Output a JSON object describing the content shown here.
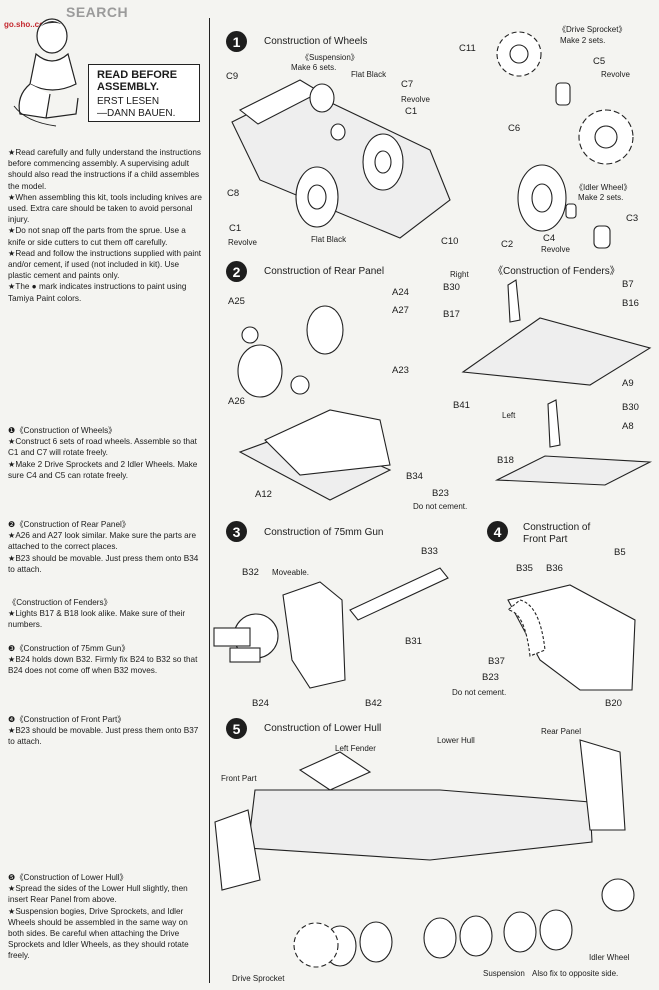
{
  "watermark": {
    "text": "SEARCH",
    "site": "go.sho..com"
  },
  "read_box": {
    "en1": "READ BEFORE",
    "en2": "ASSEMBLY.",
    "de1": "ERST LESEN",
    "de2": "—DANN BAUEN."
  },
  "intro_notes": [
    "★Read carefully and fully understand the instructions before commencing assembly. A supervising adult should also read the instructions if a child assembles the model.",
    "★When assembling this kit, tools including knives are used. Extra care should be taken to avoid personal injury.",
    "★Do not snap off the parts from the sprue. Use a knife or side cutters to cut them off carefully.",
    "★Read and follow the instructions supplied with paint and/or cement, if used (not included in kit). Use plastic cement and paints only.",
    "★The ● mark indicates instructions to paint using Tamiya Paint colors."
  ],
  "step_notes": [
    {
      "title": "❶《Construction of Wheels》",
      "lines": [
        "★Construct 6 sets of road wheels. Assemble so that C1 and C7 will rotate freely.",
        "★Make 2 Drive Sprockets and 2 Idler Wheels. Make sure C4 and C5 can rotate freely."
      ]
    },
    {
      "title": "❷《Construction of Rear Panel》",
      "lines": [
        "★A26 and A27 look similar. Make sure the parts are attached to the correct places.",
        "★B23 should be movable. Just press them onto B34 to attach."
      ]
    },
    {
      "title": "《Construction of Fenders》",
      "lines": [
        "★Lights B17 & B18 look alike. Make sure of their numbers."
      ]
    },
    {
      "title": "❸《Construction of 75mm Gun》",
      "lines": [
        "★B24 holds down B32. Firmly fix B24 to B32 so that B24 does not come off when B32 moves."
      ]
    },
    {
      "title": "❹《Construction of Front Part》",
      "lines": [
        "★B23 should be movable. Just press them onto B37 to attach."
      ]
    },
    {
      "title": "❺《Construction of Lower Hull》",
      "lines": [
        "★Spread the sides of the Lower Hull slightly, then insert Rear Panel from above.",
        "★Suspension bogies, Drive Sprockets, and Idler Wheels should be assembled in the same way on both sides. Be careful when attaching the Drive Sprockets and Idler Wheels, as they should rotate freely."
      ]
    }
  ],
  "steps": [
    {
      "num": "1",
      "title": "Construction of Wheels"
    },
    {
      "num": "2",
      "title": "Construction of Rear Panel"
    },
    {
      "num": "3",
      "title": "Construction of 75mm Gun"
    },
    {
      "num": "4",
      "title1": "Construction of",
      "title2": "Front Part"
    },
    {
      "num": "5",
      "title": "Construction of Lower Hull"
    }
  ],
  "fenders_title": "《Construction of Fenders》",
  "labels": {
    "s1": {
      "suspension": "《Suspension》",
      "make6": "Make 6 sets.",
      "flatblack1": "Flat Black",
      "flatblack2": "Flat Black",
      "c9": "C9",
      "c7": "C7",
      "revolve1": "Revolve",
      "c1a": "C1",
      "c8": "C8",
      "c1b": "C1",
      "revolve2": "Revolve",
      "c10": "C10",
      "drive_sprocket": "《Drive Sprocket》",
      "make2a": "Make 2 sets.",
      "c11": "C11",
      "c5": "C5",
      "revolve3": "Revolve",
      "c6": "C6",
      "idler_wheel": "《Idler Wheel》",
      "make2b": "Make 2 sets.",
      "c3": "C3",
      "c2": "C2",
      "c4": "C4",
      "revolve4": "Revolve"
    },
    "s2": {
      "a25": "A25",
      "a24": "A24",
      "a27": "A27",
      "a23": "A23",
      "a26": "A26",
      "a12": "A12",
      "b34": "B34",
      "b23": "B23",
      "donot": "Do not cement."
    },
    "fend": {
      "right": "Right",
      "b30a": "B30",
      "b7": "B7",
      "b17": "B17",
      "b16": "B16",
      "a9": "A9",
      "b41": "B41",
      "left": "Left",
      "b30b": "B30",
      "a8": "A8",
      "b18": "B18"
    },
    "s3": {
      "b33": "B33",
      "b32": "B32",
      "moveable": "Moveable.",
      "b31": "B31",
      "b24": "B24",
      "b42": "B42"
    },
    "s4": {
      "b5": "B5",
      "b35": "B35",
      "b36": "B36",
      "b37": "B37",
      "b23": "B23",
      "donot": "Do not cement.",
      "b20": "B20"
    },
    "s5": {
      "left_fender": "Left Fender",
      "lower_hull": "Lower Hull",
      "rear_panel": "Rear Panel",
      "front_part": "Front Part",
      "idler": "Idler Wheel",
      "drive": "Drive Sprocket",
      "suspension": "Suspension",
      "also": "Also fix to opposite side."
    }
  }
}
